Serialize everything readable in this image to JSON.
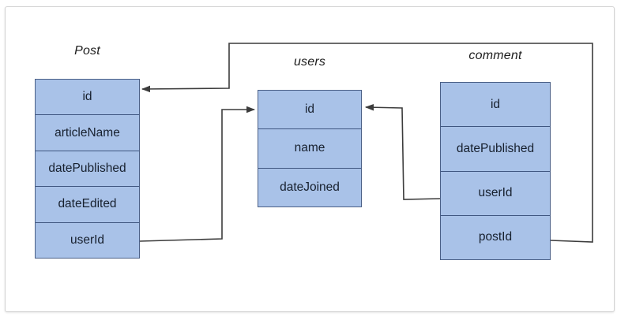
{
  "diagram": {
    "type": "entity-relationship-diagram",
    "colors": {
      "entity_fill": "#a9c2e8",
      "entity_border": "#4a5f86",
      "row_divider": "#3f5680",
      "edge_line": "#3c3c3c",
      "card_border": "#d2d2d2",
      "canvas_background": "#ffffff"
    },
    "entities": [
      {
        "name": "post",
        "title": "Post",
        "fields": [
          {
            "name": "id",
            "label": "id"
          },
          {
            "name": "articleName",
            "label": "articleName"
          },
          {
            "name": "datePublished",
            "label": "datePublished"
          },
          {
            "name": "dateEdited",
            "label": "dateEdited"
          },
          {
            "name": "userId",
            "label": "userId"
          }
        ]
      },
      {
        "name": "users",
        "title": "users",
        "fields": [
          {
            "name": "id",
            "label": "id"
          },
          {
            "name": "name",
            "label": "name"
          },
          {
            "name": "dateJoined",
            "label": "dateJoined"
          }
        ]
      },
      {
        "name": "comment",
        "title": "comment",
        "fields": [
          {
            "name": "id",
            "label": "id"
          },
          {
            "name": "datePublished",
            "label": "datePublished"
          },
          {
            "name": "userId",
            "label": "userId"
          },
          {
            "name": "postId",
            "label": "postId"
          }
        ]
      }
    ],
    "relationships": [
      {
        "name": "post-userid-to-users-id",
        "from": "Post.userId",
        "to": "users.id",
        "arrow_at": "to"
      },
      {
        "name": "comment-userid-to-users-id",
        "from": "comment.userId",
        "to": "users.id",
        "arrow_at": "to"
      },
      {
        "name": "comment-postid-to-post-id",
        "from": "comment.postId",
        "to": "Post.id",
        "arrow_at": "to"
      }
    ]
  }
}
